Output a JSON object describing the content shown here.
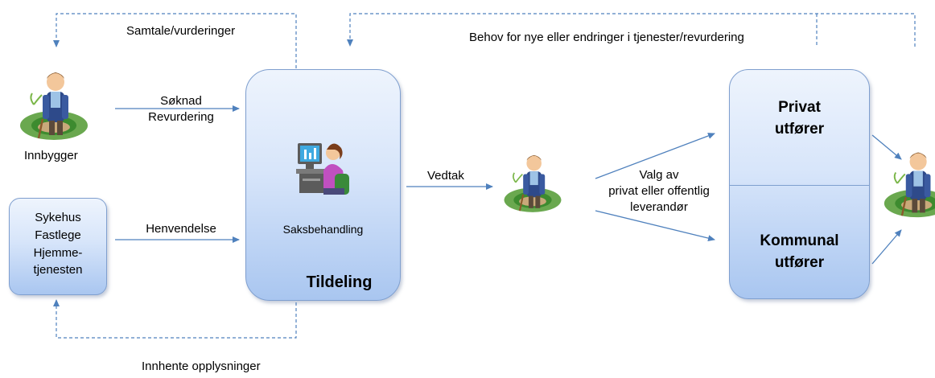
{
  "labels": {
    "samtale": "Samtale/vurderinger",
    "behov": "Behov for nye eller endringer i tjenester/revurdering",
    "soknad": "Søknad",
    "revurdering": "Revurdering",
    "innbygger": "Innbygger",
    "henvendelse": "Henvendelse",
    "vedtak": "Vedtak",
    "valg_line1": "Valg av",
    "valg_line2": "privat eller offentlig",
    "valg_line3": "leverandør",
    "innhente": "Innhente opplysninger"
  },
  "left_box": {
    "line1": "Sykehus",
    "line2": "Fastlege",
    "line3": "Hjemme-",
    "line4": "tjenesten"
  },
  "tildeling_box": {
    "subtitle": "Saksbehandling",
    "title": "Tildeling"
  },
  "provider_box": {
    "privat_line1": "Privat",
    "privat_line2": "utfører",
    "kommunal_line1": "Kommunal",
    "kommunal_line2": "utfører"
  },
  "colors": {
    "arrow": "#4f81bd",
    "box_border": "#7f9fcf",
    "box_fill_top": "#eef4fd",
    "box_fill_bottom": "#a9c6f0"
  },
  "icons": [
    "person-icon",
    "case-worker-icon"
  ]
}
